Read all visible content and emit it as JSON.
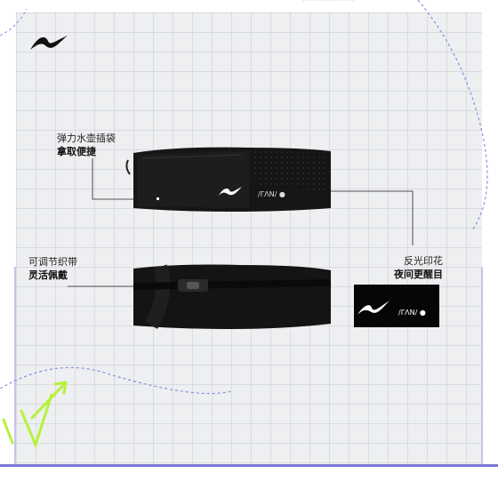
{
  "brand": {
    "logo_icon": "li-ning-logo-icon"
  },
  "callouts": [
    {
      "line1": "弹力水壶插袋",
      "line2": "拿取便捷"
    },
    {
      "line1": "可调节织带",
      "line2": "灵活佩戴"
    },
    {
      "line1": "反光印花",
      "line2": "夜间更醒目"
    }
  ],
  "products": [
    {
      "name": "front-view",
      "print_text": "/ΓΛΝ/ ●"
    },
    {
      "name": "back-view"
    }
  ],
  "reflective_sample": {
    "print_text": "/ΓΛΝ/ ●"
  },
  "colors": {
    "accent_purple": "#7a78d8",
    "accent_lime": "#b6f23a",
    "bag_black": "#111111"
  }
}
